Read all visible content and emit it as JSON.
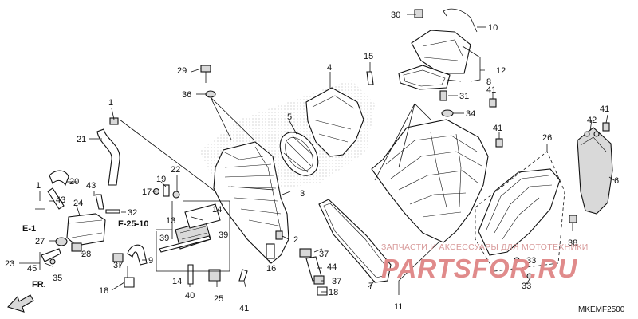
{
  "diagram": {
    "code": "MKEMF2500",
    "watermark_top": "ЗАПЧАСТИ И АКСЕССУАРЫ ДЛЯ МОТОТЕХНИКИ",
    "watermark_main": "PARTSFOR.RU",
    "ref_labels": {
      "E1": "E-1",
      "F2510": "F-25-10",
      "FR": "FR."
    },
    "callouts": [
      {
        "id": "c1a",
        "text": "1"
      },
      {
        "id": "c1b",
        "text": "1"
      },
      {
        "id": "c2",
        "text": "2"
      },
      {
        "id": "c3",
        "text": "3"
      },
      {
        "id": "c4",
        "text": "4"
      },
      {
        "id": "c5",
        "text": "5"
      },
      {
        "id": "c6",
        "text": "6"
      },
      {
        "id": "c7",
        "text": "7"
      },
      {
        "id": "c8",
        "text": "8"
      },
      {
        "id": "c9",
        "text": "9"
      },
      {
        "id": "c10",
        "text": "10"
      },
      {
        "id": "c11",
        "text": "11"
      },
      {
        "id": "c12",
        "text": "12"
      },
      {
        "id": "c13",
        "text": "13"
      },
      {
        "id": "c14a",
        "text": "14"
      },
      {
        "id": "c14b",
        "text": "14"
      },
      {
        "id": "c15",
        "text": "15"
      },
      {
        "id": "c16",
        "text": "16"
      },
      {
        "id": "c17",
        "text": "17"
      },
      {
        "id": "c18a",
        "text": "18"
      },
      {
        "id": "c18b",
        "text": "18"
      },
      {
        "id": "c19",
        "text": "19"
      },
      {
        "id": "c20",
        "text": "20"
      },
      {
        "id": "c21",
        "text": "21"
      },
      {
        "id": "c22",
        "text": "22"
      },
      {
        "id": "c23",
        "text": "23"
      },
      {
        "id": "c24",
        "text": "24"
      },
      {
        "id": "c25",
        "text": "25"
      },
      {
        "id": "c26",
        "text": "26"
      },
      {
        "id": "c27",
        "text": "27"
      },
      {
        "id": "c28",
        "text": "28"
      },
      {
        "id": "c29",
        "text": "29"
      },
      {
        "id": "c30",
        "text": "30"
      },
      {
        "id": "c31",
        "text": "31"
      },
      {
        "id": "c32",
        "text": "32"
      },
      {
        "id": "c33a",
        "text": "33"
      },
      {
        "id": "c33b",
        "text": "33"
      },
      {
        "id": "c34",
        "text": "34"
      },
      {
        "id": "c35",
        "text": "35"
      },
      {
        "id": "c36",
        "text": "36"
      },
      {
        "id": "c37a",
        "text": "37"
      },
      {
        "id": "c37b",
        "text": "37"
      },
      {
        "id": "c37c",
        "text": "37"
      },
      {
        "id": "c38",
        "text": "38"
      },
      {
        "id": "c39a",
        "text": "39"
      },
      {
        "id": "c39b",
        "text": "39"
      },
      {
        "id": "c40",
        "text": "40"
      },
      {
        "id": "c41a",
        "text": "41"
      },
      {
        "id": "c41b",
        "text": "41"
      },
      {
        "id": "c41c",
        "text": "41"
      },
      {
        "id": "c41d",
        "text": "41"
      },
      {
        "id": "c42",
        "text": "42"
      },
      {
        "id": "c43a",
        "text": "43"
      },
      {
        "id": "c43b",
        "text": "43"
      },
      {
        "id": "c44",
        "text": "44"
      },
      {
        "id": "c45",
        "text": "45"
      }
    ]
  }
}
